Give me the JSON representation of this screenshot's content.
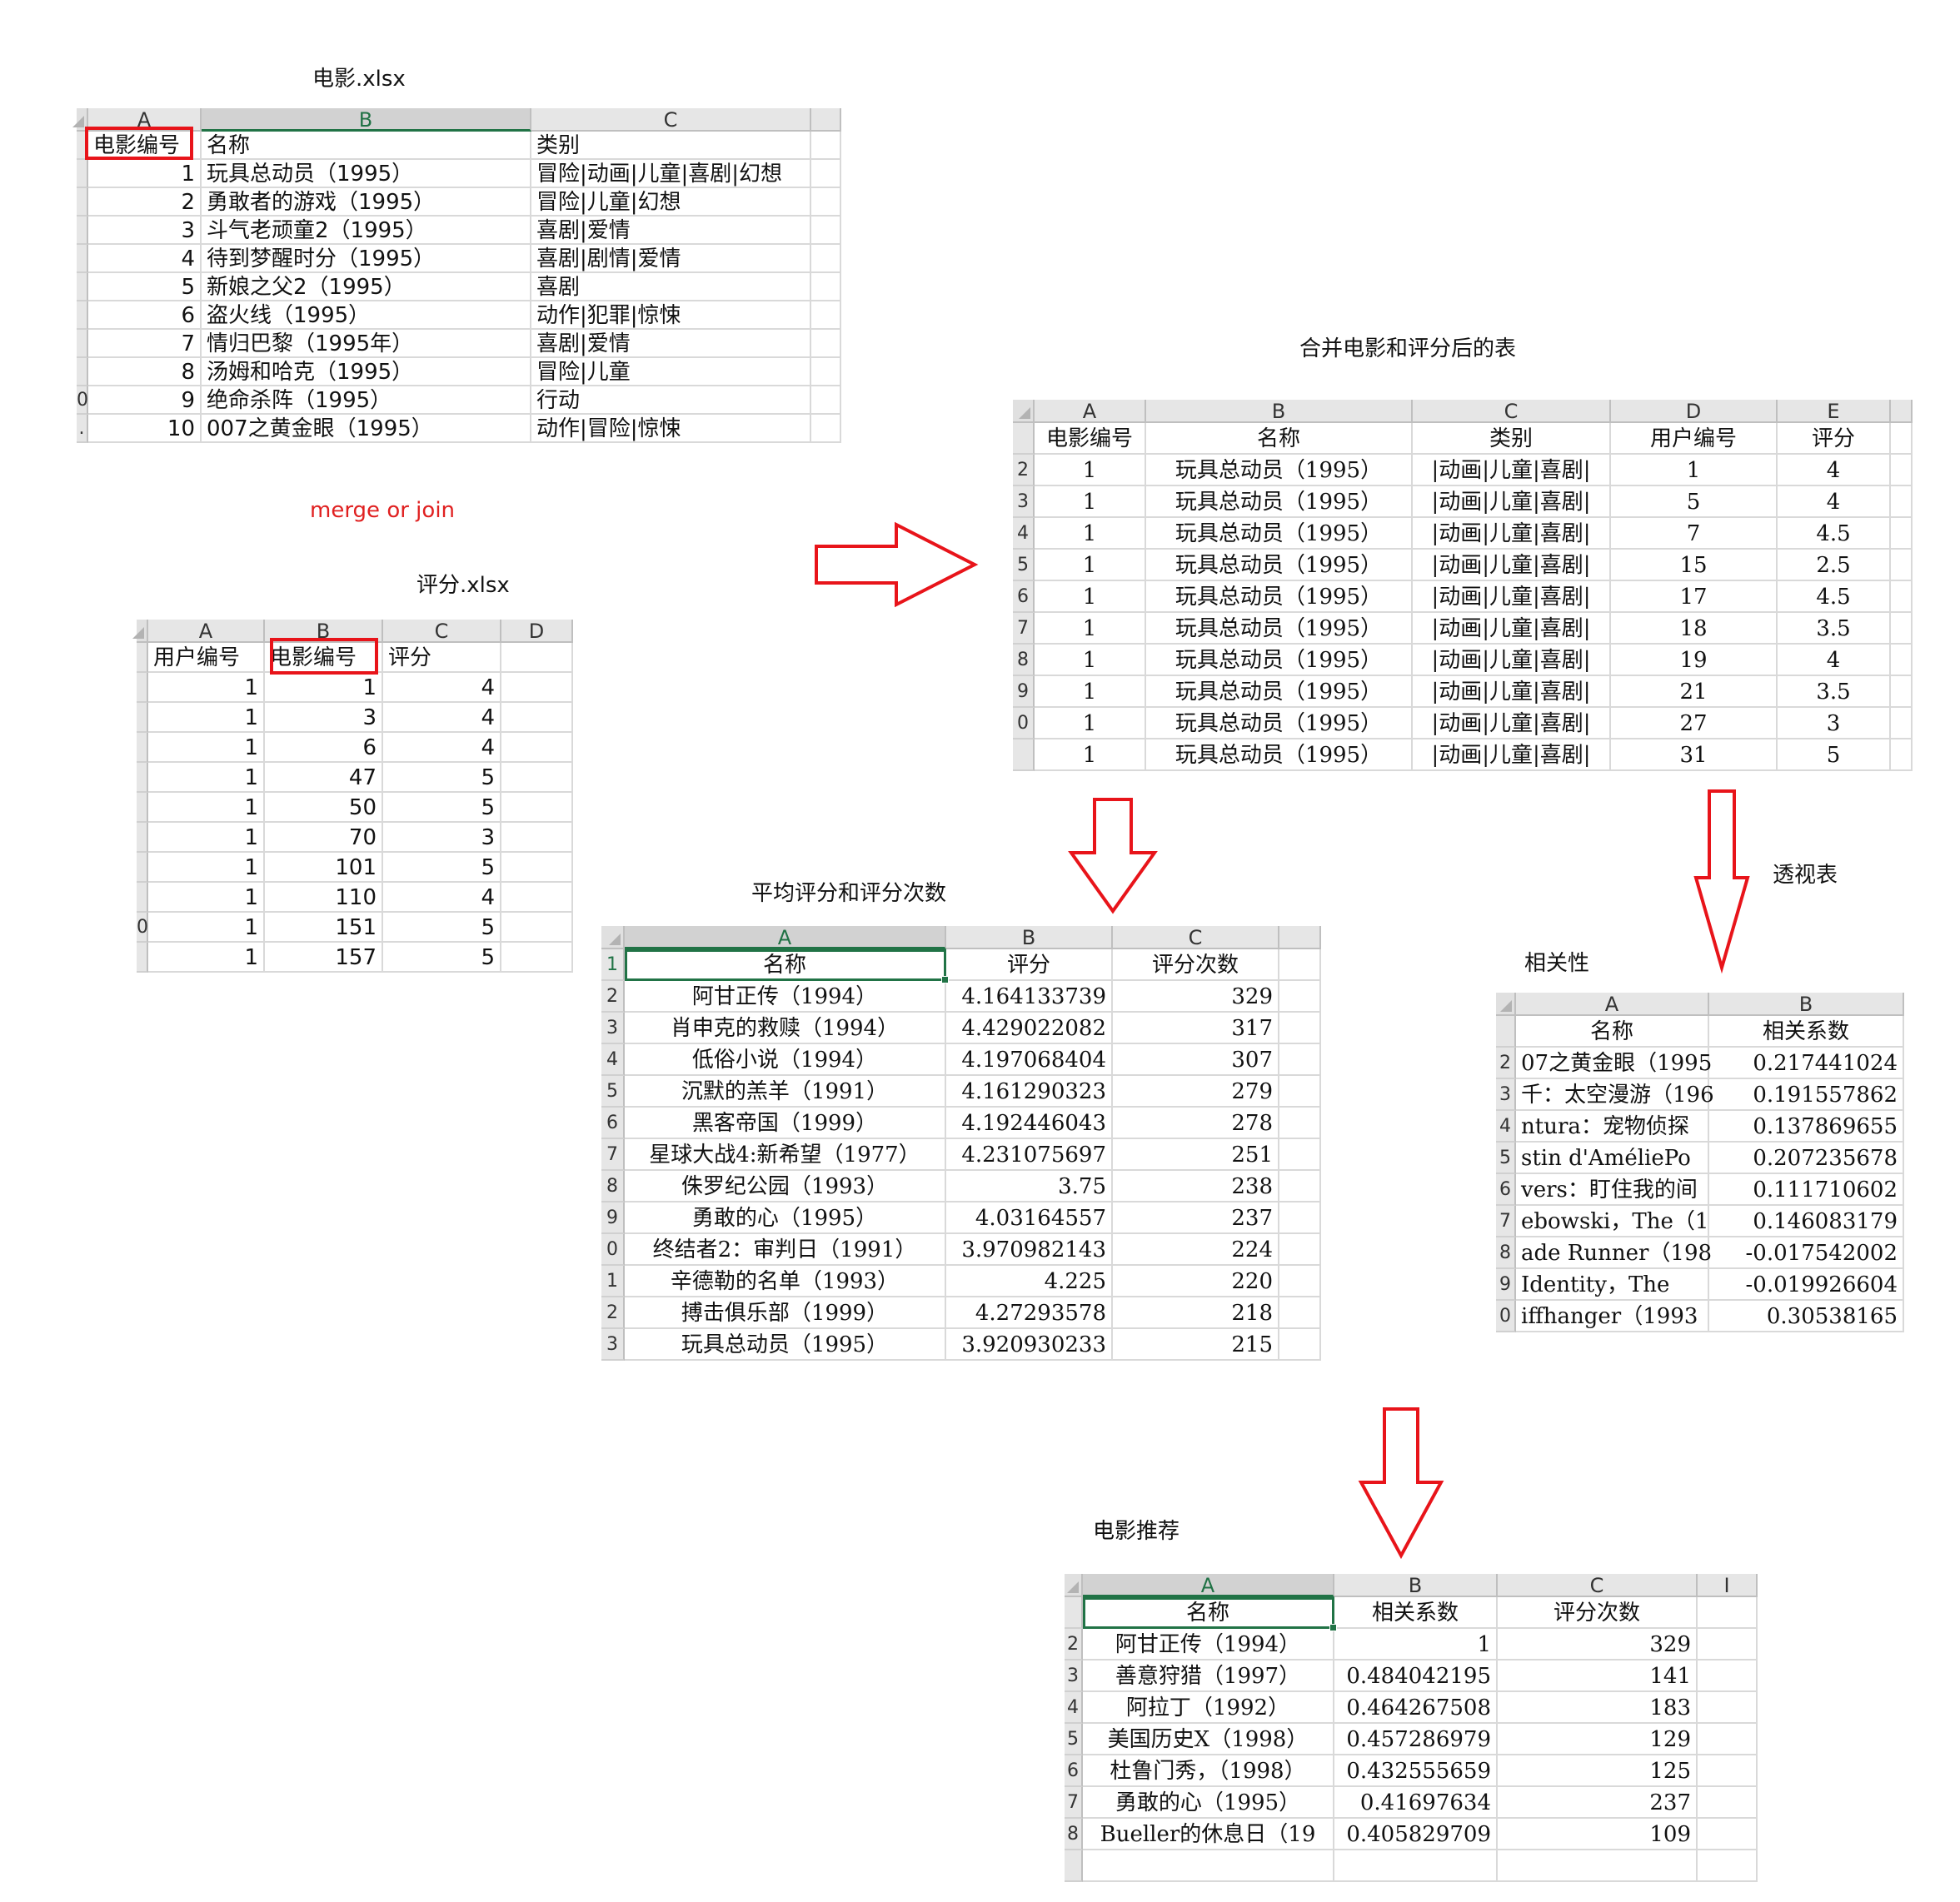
{
  "labels": {
    "movies_file": "电影.xlsx",
    "ratings_file": "评分.xlsx",
    "merge_op": "merge or join",
    "merged_title": "合并电影和评分后的表",
    "avg_title": "平均评分和评分次数",
    "pivot": "透视表",
    "corr_title": "相关性",
    "rec_title": "电影推荐"
  },
  "colors": {
    "arrow": "#e8141a",
    "excel_green": "#217346"
  },
  "movies": {
    "col_letters": [
      "A",
      "B",
      "C"
    ],
    "header": [
      "电影编号",
      "名称",
      "类别"
    ],
    "rows": [
      [
        "1",
        "玩具总动员（1995）",
        "冒险|动画|儿童|喜剧|幻想"
      ],
      [
        "2",
        "勇敢者的游戏（1995）",
        "冒险|儿童|幻想"
      ],
      [
        "3",
        "斗气老顽童2（1995）",
        "喜剧|爱情"
      ],
      [
        "4",
        "待到梦醒时分（1995）",
        "喜剧|剧情|爱情"
      ],
      [
        "5",
        "新娘之父2（1995）",
        "喜剧"
      ],
      [
        "6",
        "盗火线（1995）",
        "动作|犯罪|惊悚"
      ],
      [
        "7",
        "情归巴黎（1995年）",
        "喜剧|爱情"
      ],
      [
        "8",
        "汤姆和哈克（1995）",
        "冒险|儿童"
      ],
      [
        "9",
        "绝命杀阵（1995）",
        "行动"
      ],
      [
        "10",
        "007之黄金眼（1995）",
        "动作|冒险|惊悚"
      ]
    ],
    "row_hdr": [
      "",
      "",
      "",
      "",
      "",
      "",
      "",
      "",
      "",
      "0",
      "."
    ]
  },
  "ratings": {
    "col_letters": [
      "A",
      "B",
      "C",
      "D"
    ],
    "header": [
      "用户编号",
      "电影编号",
      "评分"
    ],
    "rows": [
      [
        "1",
        "1",
        "4"
      ],
      [
        "1",
        "3",
        "4"
      ],
      [
        "1",
        "6",
        "4"
      ],
      [
        "1",
        "47",
        "5"
      ],
      [
        "1",
        "50",
        "5"
      ],
      [
        "1",
        "70",
        "3"
      ],
      [
        "1",
        "101",
        "5"
      ],
      [
        "1",
        "110",
        "4"
      ],
      [
        "1",
        "151",
        "5"
      ],
      [
        "1",
        "157",
        "5"
      ]
    ],
    "row_hdr": [
      "",
      "",
      "",
      "",
      "",
      "",
      "",
      "",
      "",
      "0",
      ""
    ]
  },
  "merged": {
    "col_letters": [
      "A",
      "B",
      "C",
      "D",
      "E"
    ],
    "header": [
      "电影编号",
      "名称",
      "类别",
      "用户编号",
      "评分"
    ],
    "rows": [
      [
        "1",
        "玩具总动员（1995）",
        "|动画|儿童|喜剧|",
        "1",
        "4"
      ],
      [
        "1",
        "玩具总动员（1995）",
        "|动画|儿童|喜剧|",
        "5",
        "4"
      ],
      [
        "1",
        "玩具总动员（1995）",
        "|动画|儿童|喜剧|",
        "7",
        "4.5"
      ],
      [
        "1",
        "玩具总动员（1995）",
        "|动画|儿童|喜剧|",
        "15",
        "2.5"
      ],
      [
        "1",
        "玩具总动员（1995）",
        "|动画|儿童|喜剧|",
        "17",
        "4.5"
      ],
      [
        "1",
        "玩具总动员（1995）",
        "|动画|儿童|喜剧|",
        "18",
        "3.5"
      ],
      [
        "1",
        "玩具总动员（1995）",
        "|动画|儿童|喜剧|",
        "19",
        "4"
      ],
      [
        "1",
        "玩具总动员（1995）",
        "|动画|儿童|喜剧|",
        "21",
        "3.5"
      ],
      [
        "1",
        "玩具总动员（1995）",
        "|动画|儿童|喜剧|",
        "27",
        "3"
      ],
      [
        "1",
        "玩具总动员（1995）",
        "|动画|儿童|喜剧|",
        "31",
        "5"
      ]
    ],
    "row_hdr": [
      "",
      "2",
      "3",
      "4",
      "5",
      "6",
      "7",
      "8",
      "9",
      "0",
      ""
    ]
  },
  "avg": {
    "col_letters": [
      "A",
      "B",
      "C"
    ],
    "header": [
      "名称",
      "评分",
      "评分次数"
    ],
    "rows": [
      [
        "阿甘正传（1994）",
        "4.164133739",
        "329"
      ],
      [
        "肖申克的救赎（1994）",
        "4.429022082",
        "317"
      ],
      [
        "低俗小说（1994）",
        "4.197068404",
        "307"
      ],
      [
        "沉默的羔羊（1991）",
        "4.161290323",
        "279"
      ],
      [
        "黑客帝国（1999）",
        "4.192446043",
        "278"
      ],
      [
        "星球大战4:新希望（1977）",
        "4.231075697",
        "251"
      ],
      [
        "侏罗纪公园（1993）",
        "3.75",
        "238"
      ],
      [
        "勇敢的心（1995）",
        "4.03164557",
        "237"
      ],
      [
        "终结者2：审判日（1991）",
        "3.970982143",
        "224"
      ],
      [
        "辛德勒的名单（1993）",
        "4.225",
        "220"
      ],
      [
        "搏击俱乐部（1999）",
        "4.27293578",
        "218"
      ],
      [
        "玩具总动员（1995）",
        "3.920930233",
        "215"
      ]
    ],
    "row_hdr": [
      "1",
      "2",
      "3",
      "4",
      "5",
      "6",
      "7",
      "8",
      "9",
      "0",
      "1",
      "2",
      "3"
    ]
  },
  "corr": {
    "col_letters": [
      "A",
      "B"
    ],
    "header": [
      "名称",
      "相关系数"
    ],
    "rows": [
      [
        "07之黄金眼（1995",
        "0.217441024"
      ],
      [
        "千：太空漫游（196",
        "0.191557862"
      ],
      [
        "ntura：宠物侦探",
        "0.137869655"
      ],
      [
        "stin d'AméliePo",
        "0.207235678"
      ],
      [
        "vers：盯住我的间",
        "0.111710602"
      ],
      [
        "ebowski，The（1",
        "0.146083179"
      ],
      [
        "ade Runner（198",
        "-0.017542002"
      ],
      [
        " Identity，The",
        "-0.019926604"
      ],
      [
        "iffhanger（1993",
        "0.30538165"
      ]
    ],
    "row_hdr": [
      "",
      "2",
      "3",
      "4",
      "5",
      "6",
      "7",
      "8",
      "9",
      "0"
    ]
  },
  "rec": {
    "col_letters": [
      "A",
      "B",
      "C",
      "I"
    ],
    "header": [
      "名称",
      "相关系数",
      "评分次数"
    ],
    "rows": [
      [
        "阿甘正传（1994）",
        "1",
        "329"
      ],
      [
        "善意狩猎（1997）",
        "0.484042195",
        "141"
      ],
      [
        "阿拉丁（1992）",
        "0.464267508",
        "183"
      ],
      [
        "美国历史X（1998）",
        "0.457286979",
        "129"
      ],
      [
        "杜鲁门秀，（1998）",
        "0.432555659",
        "125"
      ],
      [
        "勇敢的心（1995）",
        "0.41697634",
        "237"
      ],
      [
        "Bueller的休息日（19",
        "0.405829709",
        "109"
      ],
      [
        "",
        "",
        ""
      ]
    ],
    "row_hdr": [
      "",
      "2",
      "3",
      "4",
      "5",
      "6",
      "7",
      "8",
      ""
    ]
  }
}
